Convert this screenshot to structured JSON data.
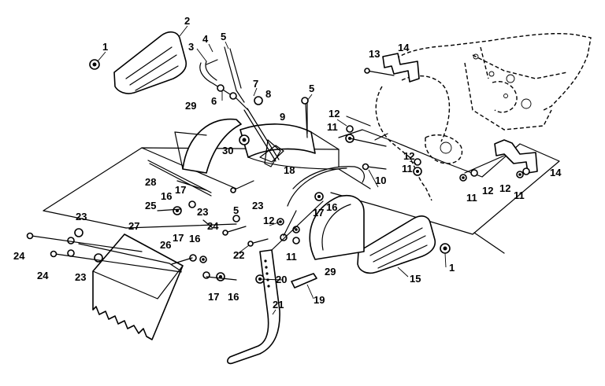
{
  "callouts": [
    {
      "id": "c1a",
      "text": "1"
    },
    {
      "id": "c2",
      "text": "2"
    },
    {
      "id": "c3",
      "text": "3"
    },
    {
      "id": "c4",
      "text": "4"
    },
    {
      "id": "c5a",
      "text": "5"
    },
    {
      "id": "c6",
      "text": "6"
    },
    {
      "id": "c7",
      "text": "7"
    },
    {
      "id": "c8",
      "text": "8"
    },
    {
      "id": "c5b",
      "text": "5"
    },
    {
      "id": "c29a",
      "text": "29"
    },
    {
      "id": "c9",
      "text": "9"
    },
    {
      "id": "c12a",
      "text": "12"
    },
    {
      "id": "c11a",
      "text": "11"
    },
    {
      "id": "c13",
      "text": "13"
    },
    {
      "id": "c14a",
      "text": "14"
    },
    {
      "id": "c30",
      "text": "30"
    },
    {
      "id": "c18",
      "text": "18"
    },
    {
      "id": "c12b",
      "text": "12"
    },
    {
      "id": "c11b",
      "text": "11"
    },
    {
      "id": "c14b",
      "text": "14"
    },
    {
      "id": "c28",
      "text": "28"
    },
    {
      "id": "c10",
      "text": "10"
    },
    {
      "id": "c17a",
      "text": "17"
    },
    {
      "id": "c16a",
      "text": "16"
    },
    {
      "id": "c11c",
      "text": "11"
    },
    {
      "id": "c12c",
      "text": "12"
    },
    {
      "id": "c12d",
      "text": "12"
    },
    {
      "id": "c11d",
      "text": "11"
    },
    {
      "id": "c25",
      "text": "25"
    },
    {
      "id": "c23a",
      "text": "23"
    },
    {
      "id": "c5c",
      "text": "5"
    },
    {
      "id": "c23b",
      "text": "23"
    },
    {
      "id": "c17b",
      "text": "17"
    },
    {
      "id": "c16b",
      "text": "16"
    },
    {
      "id": "c23c",
      "text": "23"
    },
    {
      "id": "c27",
      "text": "27"
    },
    {
      "id": "c24a",
      "text": "24"
    },
    {
      "id": "c12e",
      "text": "12"
    },
    {
      "id": "c26",
      "text": "26"
    },
    {
      "id": "c17c",
      "text": "17"
    },
    {
      "id": "c16c",
      "text": "16"
    },
    {
      "id": "c22",
      "text": "22"
    },
    {
      "id": "c11e",
      "text": "11"
    },
    {
      "id": "c1b",
      "text": "1"
    },
    {
      "id": "c24b",
      "text": "24"
    },
    {
      "id": "c24c",
      "text": "24"
    },
    {
      "id": "c23d",
      "text": "23"
    },
    {
      "id": "c29b",
      "text": "29"
    },
    {
      "id": "c15",
      "text": "15"
    },
    {
      "id": "c20",
      "text": "20"
    },
    {
      "id": "c17d",
      "text": "17"
    },
    {
      "id": "c16d",
      "text": "16"
    },
    {
      "id": "c19",
      "text": "19"
    },
    {
      "id": "c21",
      "text": "21"
    }
  ]
}
